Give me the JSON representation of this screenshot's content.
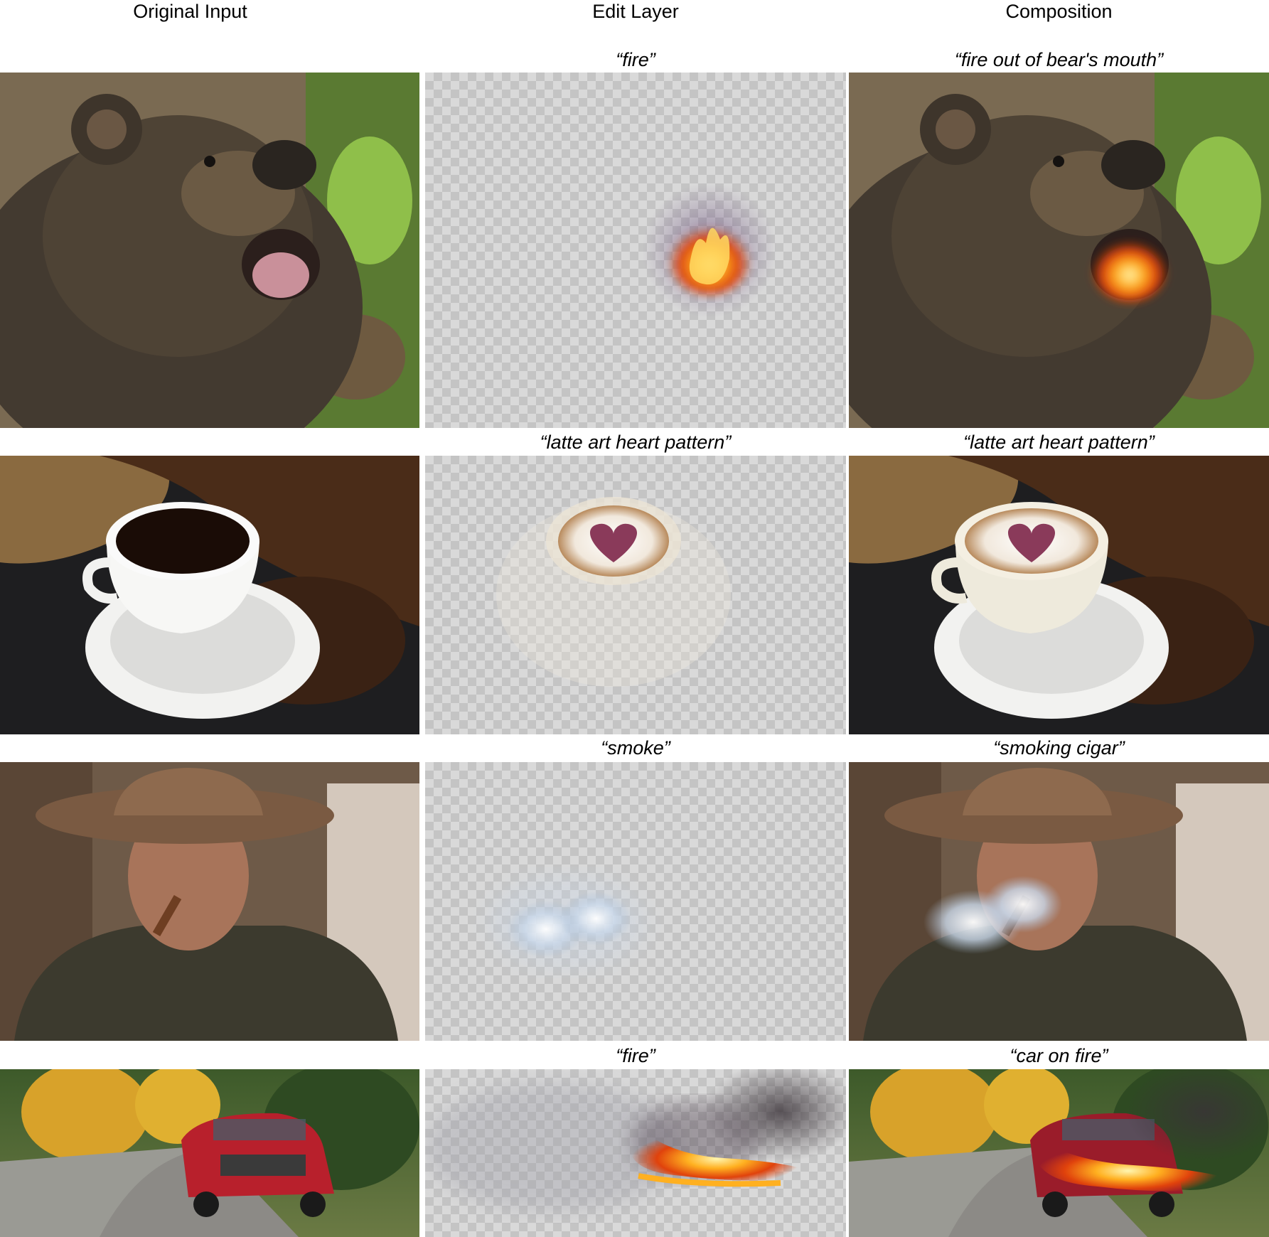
{
  "headers": {
    "original": "Original Input",
    "edit_layer": "Edit Layer",
    "composition": "Composition"
  },
  "rows": [
    {
      "edit_prompt": "“fire”",
      "composition_prompt": "“fire out of bear's mouth”"
    },
    {
      "edit_prompt": "“latte art heart pattern”",
      "composition_prompt": "“latte art heart pattern”"
    },
    {
      "edit_prompt": "“smoke”",
      "composition_prompt": "“smoking cigar”"
    },
    {
      "edit_prompt": "“fire”",
      "composition_prompt": "“car on fire”"
    }
  ]
}
